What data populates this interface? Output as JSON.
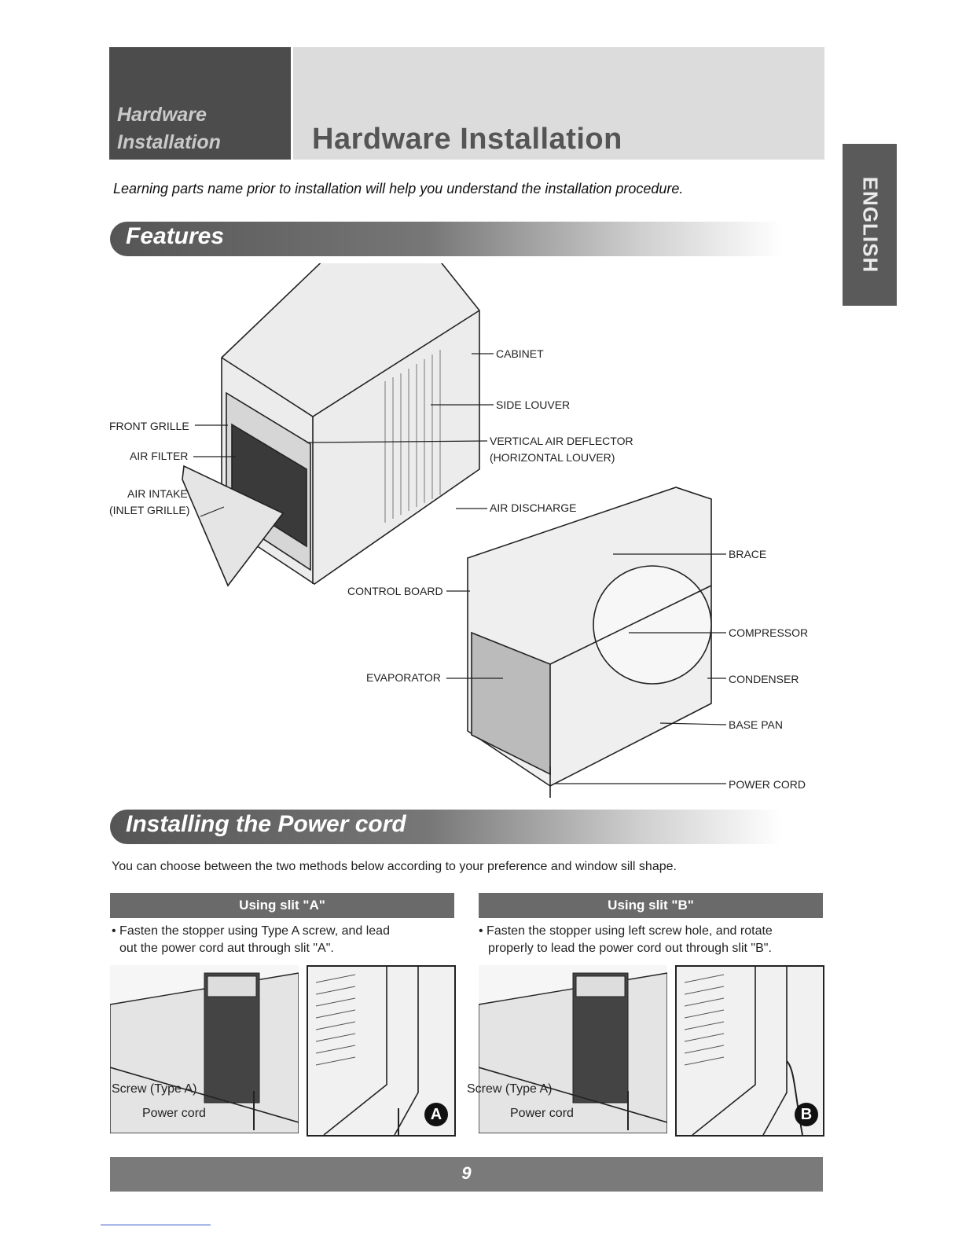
{
  "header": {
    "tab_line1": "Hardware",
    "tab_line2": "Installation",
    "title": "Hardware Installation"
  },
  "language_tab": "ENGLISH",
  "intro": "Learning parts name prior to installation will help you understand the installation procedure.",
  "features": {
    "heading": "Features",
    "labels": {
      "cabinet": "CABINET",
      "side_louver": "SIDE LOUVER",
      "front_grille": "FRONT GRILLE",
      "air_filter": "AIR FILTER",
      "vertical_air_deflector": "VERTICAL AIR DEFLECTOR",
      "horizontal_louver": "(HORIZONTAL LOUVER)",
      "air_intake": "AIR INTAKE",
      "inlet_grille": "(INLET GRILLE)",
      "air_discharge": "AIR DISCHARGE",
      "brace": "BRACE",
      "control_board": "CONTROL BOARD",
      "compressor": "COMPRESSOR",
      "evaporator": "EVAPORATOR",
      "condenser": "CONDENSER",
      "base_pan": "BASE PAN",
      "power_cord": "POWER CORD"
    }
  },
  "power_cord": {
    "heading": "Installing the Power cord",
    "intro": "You can choose between the two methods below according to your preference and window sill shape.",
    "slit_a": {
      "heading": "Using slit \"A\"",
      "line1": "• Fasten the stopper using Type A screw, and lead",
      "line2": "out the power cord aut through slit \"A\".",
      "screw_label": "Screw (Type A)",
      "cord_label": "Power cord",
      "badge": "A"
    },
    "slit_b": {
      "heading": "Using slit \"B\"",
      "line1": "• Fasten the stopper using left screw hole, and rotate",
      "line2": "properly to lead the power cord out through slit \"B\".",
      "screw_label": "Screw (Type A)",
      "cord_label": "Power cord",
      "badge": "B"
    }
  },
  "page_number": "9"
}
